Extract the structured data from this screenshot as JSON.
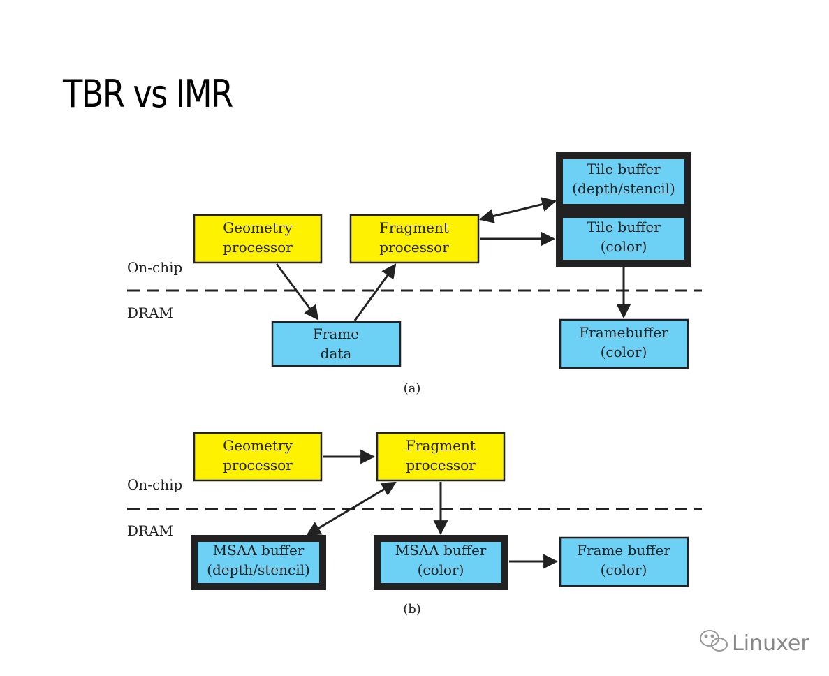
{
  "title": "TBR vs IMR",
  "diagram_a": {
    "caption": "(a)",
    "on_chip_label": "On-chip",
    "dram_label": "DRAM",
    "geometry_processor": [
      "Geometry",
      "processor"
    ],
    "fragment_processor": [
      "Fragment",
      "processor"
    ],
    "tile_buffer_depth": [
      "Tile buffer",
      "(depth/stencil)"
    ],
    "tile_buffer_color": [
      "Tile buffer",
      "(color)"
    ],
    "frame_data": [
      "Frame",
      "data"
    ],
    "framebuffer": [
      "Framebuffer",
      "(color)"
    ]
  },
  "diagram_b": {
    "caption": "(b)",
    "on_chip_label": "On-chip",
    "dram_label": "DRAM",
    "geometry_processor": [
      "Geometry",
      "processor"
    ],
    "fragment_processor": [
      "Fragment",
      "processor"
    ],
    "msaa_depth": [
      "MSAA buffer",
      "(depth/stencil)"
    ],
    "msaa_color": [
      "MSAA buffer",
      "(color)"
    ],
    "frame_buffer": [
      "Frame buffer",
      "(color)"
    ]
  },
  "watermark": "Linuxer",
  "colors": {
    "processor": "#fff200",
    "buffer": "#6dd0f5",
    "stroke": "#222222"
  }
}
